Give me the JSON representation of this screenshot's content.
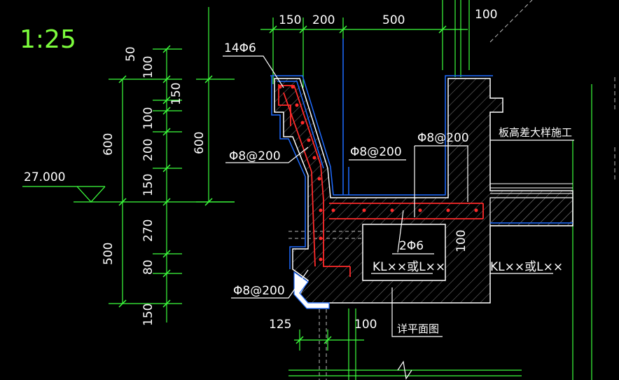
{
  "scale_label": "1:25",
  "elevation": "27.000",
  "dims_top": {
    "d150": "150",
    "d200": "200",
    "d500": "500",
    "d100": "100"
  },
  "dims_left": {
    "d50": "50",
    "d100a": "100",
    "d150a": "150",
    "d100b": "100",
    "d200": "200",
    "d150b": "150",
    "d270": "270",
    "d80": "80",
    "d600a": "600",
    "d600b": "600",
    "d500": "500",
    "d150c": "150"
  },
  "dims_bottom": {
    "d125": "125",
    "d100": "100"
  },
  "dim_inner_100": "100",
  "labels": {
    "rebar_top": "14Φ6",
    "rebar_left": "Φ8@200",
    "rebar_mid": "Φ8@200",
    "rebar_right": "Φ8@200",
    "rebar_bottom": "Φ8@200",
    "bar_2": "2Φ6",
    "beam_left": "KL××或L××",
    "beam_right": "KL××或L××",
    "slab_note": "板高差大样施工",
    "plan_note": "详平面图"
  },
  "colors": {
    "dim": "#3CFF3C",
    "outline": "#1E6BFF",
    "rebar": "#FF2A2A",
    "text": "#FFFFFF",
    "concrete": "#8A8A8A"
  }
}
